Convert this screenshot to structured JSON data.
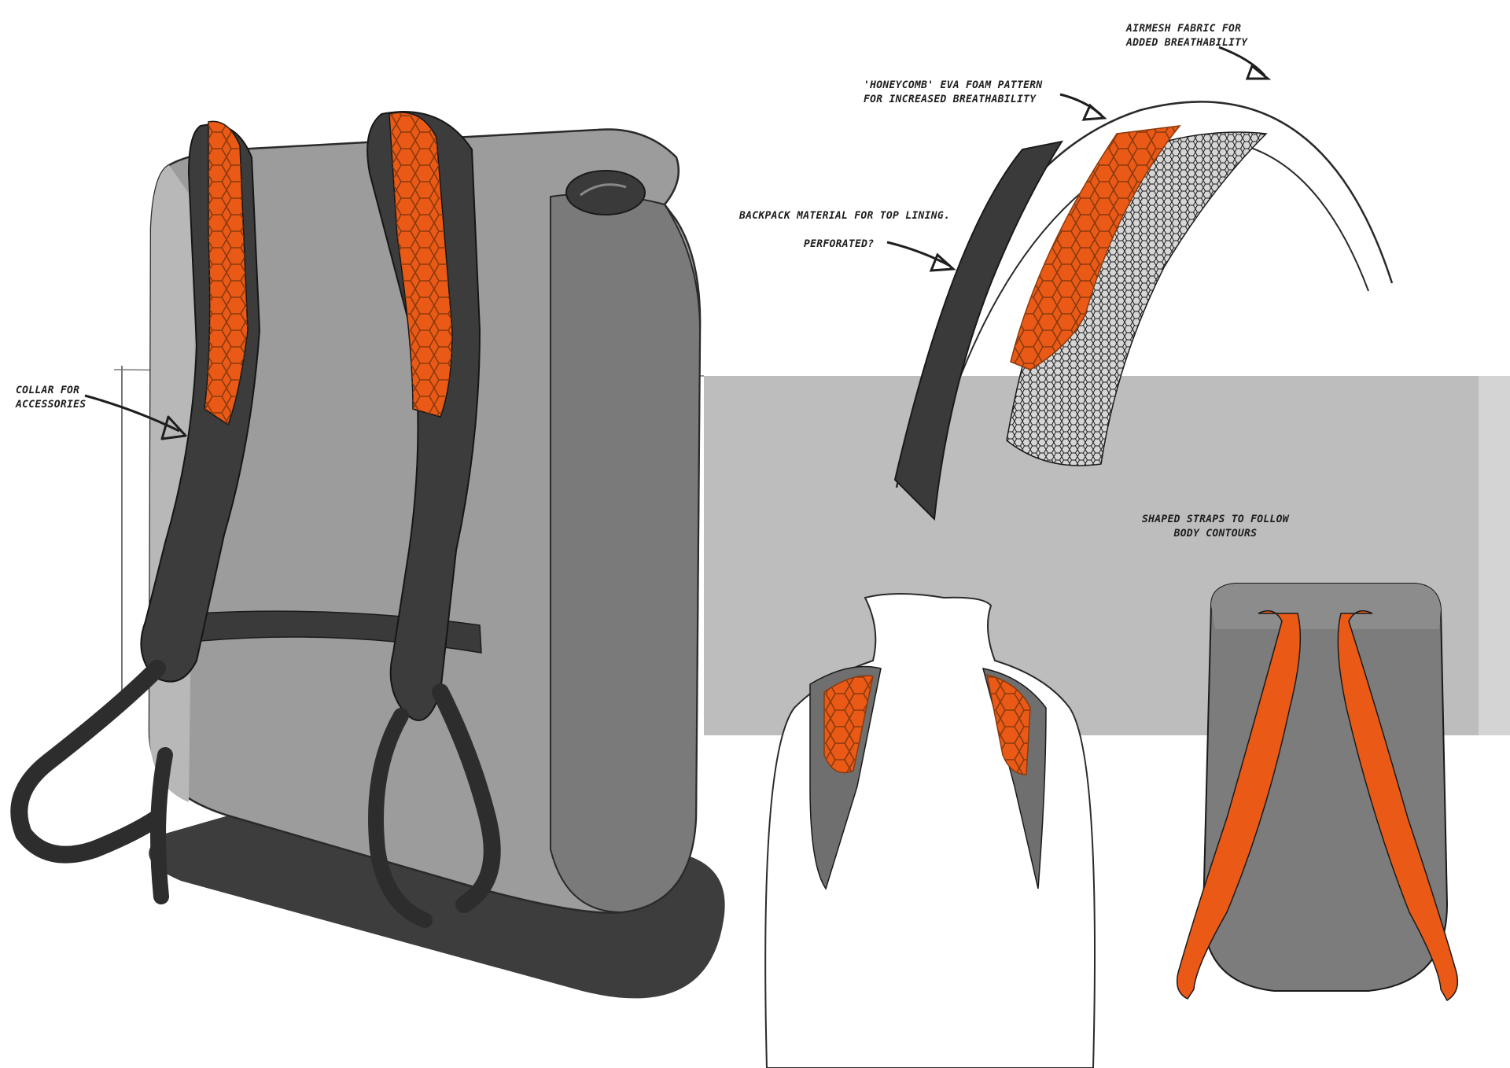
{
  "colors": {
    "orange": "#ea5a16",
    "strap_dark": "#3c3c3c",
    "body_grey": "#9a9a9a",
    "panel_grey": "#bdbdbd",
    "shadow": "#3a3a3a",
    "ink": "#1e1e1e"
  },
  "annotations": {
    "collar": {
      "line1": "Collar for",
      "line2": "accessories"
    },
    "airmesh": {
      "line1": "Airmesh fabric for",
      "line2": "added breathability"
    },
    "honeycomb": {
      "line1": "'Honeycomb' EVA foam pattern",
      "line2": "for increased breathability"
    },
    "top_lining": {
      "line1": "Backpack material for top lining."
    },
    "perforated": {
      "line1": "Perforated?"
    },
    "straps": {
      "line1": "Shaped straps to follow",
      "line2": "body contours"
    }
  }
}
